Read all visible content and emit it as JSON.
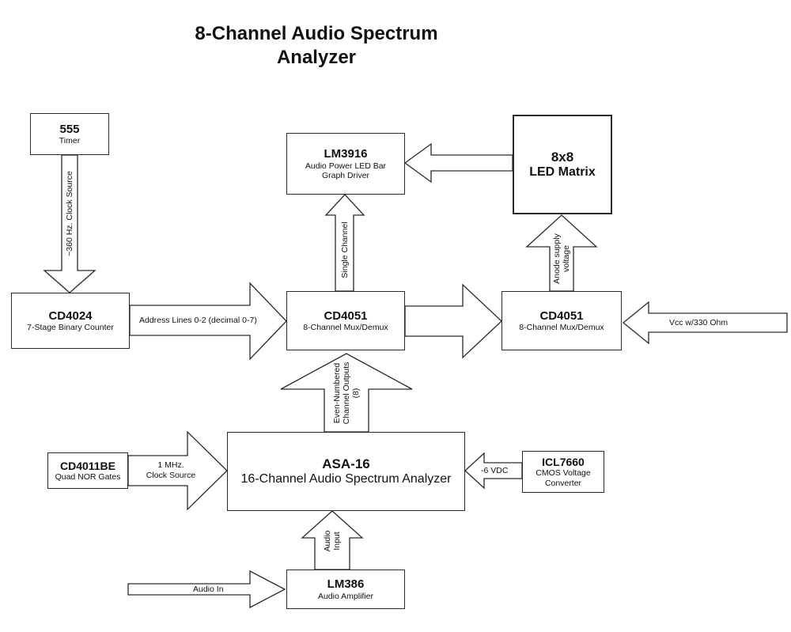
{
  "title_line1": "8-Channel Audio Spectrum",
  "title_line2": "Analyzer",
  "blocks": {
    "timer": {
      "title": "555",
      "subtitle": "Timer"
    },
    "counter": {
      "title": "CD4024",
      "subtitle": "7-Stage Binary Counter"
    },
    "mux1": {
      "title": "CD4051",
      "subtitle": "8-Channel Mux/Demux"
    },
    "mux2": {
      "title": "CD4051",
      "subtitle": "8-Channel Mux/Demux"
    },
    "lm3916": {
      "title": "LM3916",
      "subtitle1": "Audio Power LED Bar",
      "subtitle2": "Graph Driver"
    },
    "matrix": {
      "title": "8x8",
      "subtitle": "LED Matrix"
    },
    "asa16": {
      "title": "ASA-16",
      "subtitle": "16-Channel Audio Spectrum Analyzer"
    },
    "nor": {
      "title": "CD4011BE",
      "subtitle": "Quad NOR Gates"
    },
    "icl7660": {
      "title": "ICL7660",
      "subtitle1": "CMOS Voltage",
      "subtitle2": "Converter"
    },
    "lm386": {
      "title": "LM386",
      "subtitle": "Audio Amplifier"
    }
  },
  "arrows": {
    "clock_source": "~360 Hz. Clock Source",
    "address_lines": "Address Lines 0-2 (decimal 0-7)",
    "single_channel": "Single Channel",
    "anode_line1": "Anode supply",
    "anode_line2": "voltage",
    "vcc": "Vcc w/330 Ohm",
    "even_line1": "Even-Numbered",
    "even_line2": "Channel Outputs",
    "even_line3": "(8)",
    "clk_line1": "1 MHz.",
    "clk_line2": "Clock Source",
    "neg6": "-6 VDC",
    "audio_line1": "Audio",
    "audio_line2": "Input",
    "audio_in": "Audio In"
  }
}
